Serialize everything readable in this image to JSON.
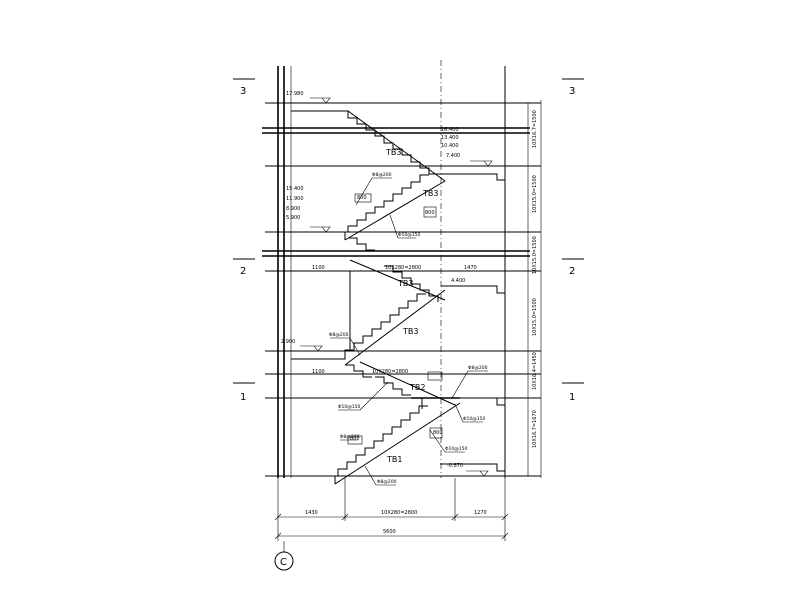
{
  "levels": {
    "top": "3",
    "mid": "2",
    "low": "1"
  },
  "grid_axis": "C",
  "flights": {
    "tb3_upper_a": "TB3",
    "tb3_upper_b": "TB3",
    "tb3_mid_a": "TB3",
    "tb3_mid_b": "TB3",
    "tb2": "TB2",
    "tb1": "TB1"
  },
  "elevations": {
    "e1": "17.980",
    "e2": "16.400",
    "e3": "13.400",
    "e4": "10.400",
    "e5": "7.400",
    "e6": "15.400",
    "e7": "11.900",
    "e8": "8.900",
    "e9": "5.900",
    "e10": "4.400",
    "e11": "2.900",
    "e12": "-0.870"
  },
  "dims_right": {
    "r1": "10X16.7=1500",
    "r2": "10X15.0=1500",
    "r3": "10X15.0=1500",
    "r4": "10X15.0=1500",
    "r5": "10X16.4=1450",
    "r6": "10X16.7=1670"
  },
  "dims_bottom": {
    "b1": "1430",
    "b2": "10X280=2800",
    "b3": "1270",
    "total": "5600"
  },
  "dims_plan": {
    "d1": "1100",
    "d2": "10X280=2800",
    "d3": "1470",
    "d4": "1100",
    "d5": "10X280=2800",
    "d6": "800",
    "d7": "800",
    "d8": "800",
    "d9": "800"
  },
  "rebar_notes": {
    "n1": "Φ8@200",
    "n2": "Φ10@150",
    "n3": "Φ8@200",
    "n4": "Φ10@150",
    "n5": "Φ8@200",
    "n6": "Φ10@150",
    "n7": "Φ8@200",
    "n8": "Φ10@150",
    "n9": "Φ8@200"
  }
}
